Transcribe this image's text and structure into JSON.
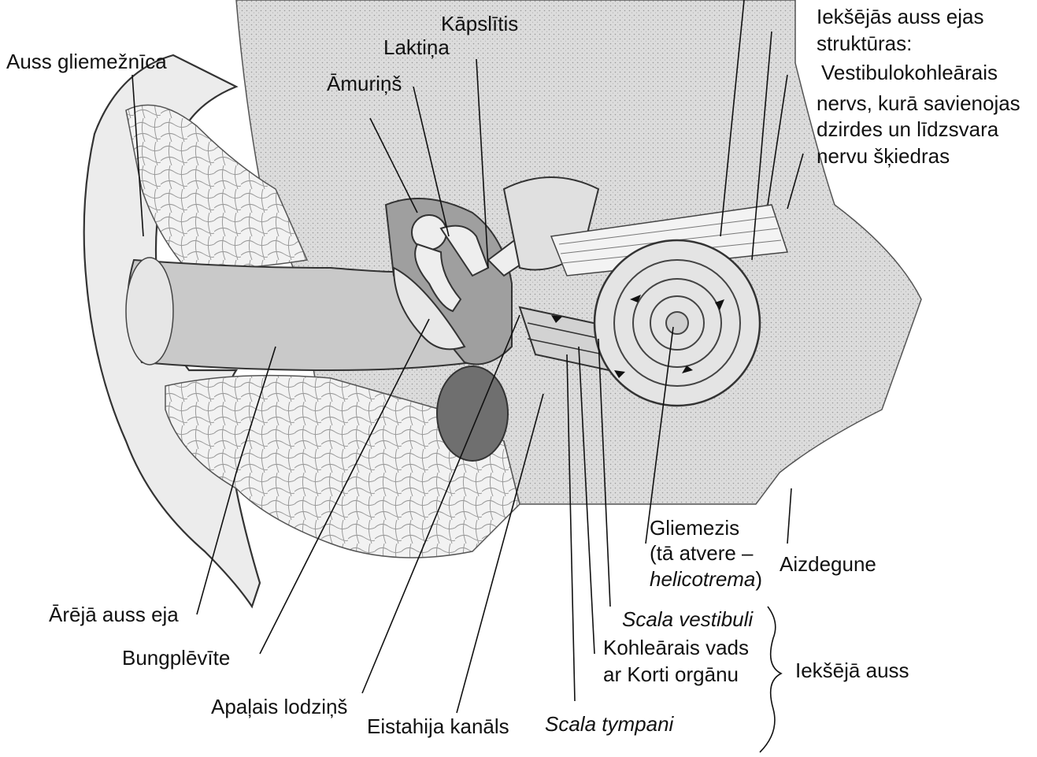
{
  "labels": {
    "auss_gliemeznica": "Auss gliemežnīca",
    "kapslitis": "Kāpslītis",
    "laktina": "Laktiņa",
    "amurins": "Āmuriņš",
    "iekseja_struct_1": "Iekšējās auss ejas",
    "iekseja_struct_2": "struktūras:",
    "iekseja_struct_3": "Vestibulokohleārais",
    "iekseja_struct_4": "nervs, kurā savienojas",
    "iekseja_struct_5": "dzirdes un līdzsvara",
    "iekseja_struct_6": "nervu šķiedras",
    "gliemezis_1": "Gliemezis",
    "gliemezis_2a": "(tā atvere –",
    "gliemezis_3": "helicotrema",
    "gliemezis_3b": ")",
    "aizdegune": "Aizdegune",
    "areja_auss_eja": "Ārējā auss eja",
    "bungplevite": "Bungplēvīte",
    "apalais_lodzins": "Apaļais lodziņš",
    "eistahija_kanals": "Eistahija kanāls",
    "scala_tympani": "Scala tympani",
    "scala_vestibuli": "Scala vestibuli",
    "kohlearais_vads_1": "Kohleārais vads",
    "kohlearais_vads_2": "ar Korti orgānu",
    "iekseja_auss": "Iekšējā auss"
  }
}
